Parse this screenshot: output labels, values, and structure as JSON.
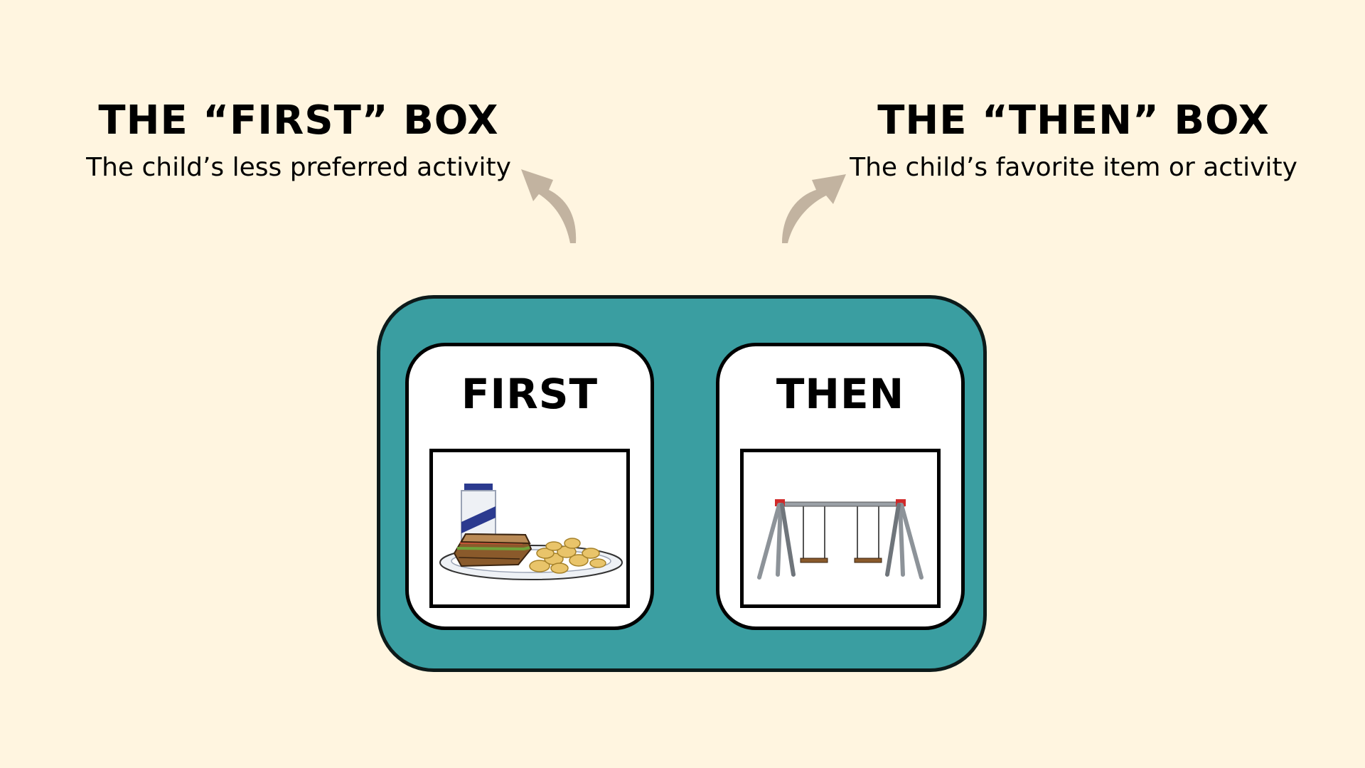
{
  "first_box": {
    "title": "THE “FIRST” BOX",
    "description": "The child’s less preferred activity"
  },
  "then_box": {
    "title": "THE “THEN” BOX",
    "description": "The child’s favorite item or activity"
  },
  "board": {
    "first_card_label": "FIRST",
    "then_card_label": "THEN",
    "first_card_icon": "lunch-icon",
    "then_card_icon": "swing-set-icon"
  },
  "colors": {
    "background": "#fff5e0",
    "board": "#3a9ea1",
    "arrow": "#c2b3a0"
  }
}
